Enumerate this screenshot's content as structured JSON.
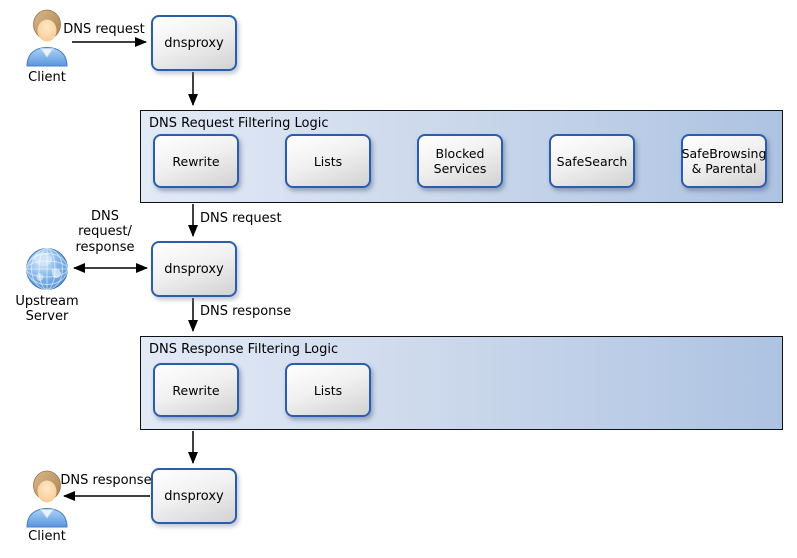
{
  "nodes": {
    "client_top": "Client",
    "client_bottom": "Client",
    "upstream": "Upstream\nServer",
    "proxy_top": "dnsproxy",
    "proxy_mid": "dnsproxy",
    "proxy_bottom": "dnsproxy"
  },
  "request_logic": {
    "title": "DNS Request Filtering Logic",
    "steps": [
      "Rewrite",
      "Lists",
      "Blocked\nServices",
      "SafeSearch",
      "SafeBrowsing\n& Parental"
    ]
  },
  "response_logic": {
    "title": "DNS Response Filtering Logic",
    "steps": [
      "Rewrite",
      "Lists"
    ]
  },
  "labels": {
    "client_request": "DNS request",
    "filtered_request": "DNS request",
    "upstream_exchange": "DNS\nrequest/\nresponse",
    "upstream_response": "DNS response",
    "client_response": "DNS response"
  },
  "colors": {
    "box_border": "#2b5dad",
    "box_fill_top": "#ffffff",
    "box_fill_bottom": "#d2d2d2",
    "container_fill_left": "#e2eaf6",
    "container_fill_right": "#adc3e2",
    "container_border": "#111111",
    "arrow": "#000000",
    "globe_blue": "#4f8fd6",
    "shirt_blue": "#5a96dd",
    "hair_tan": "#c9a36b"
  }
}
